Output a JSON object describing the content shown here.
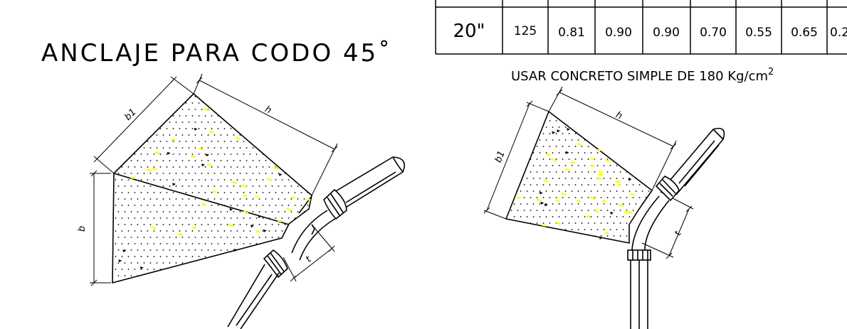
{
  "title": "ANCLAJE PARA CODO 45˚",
  "note": "USAR CONCRETO SIMPLE DE 180 Kg/cm",
  "note_superscript": "2",
  "table_row": [
    "20\"",
    "125",
    "0.81",
    "0.90",
    "0.90",
    "0.70",
    "0.55",
    "0.65",
    "0.2"
  ],
  "dims": {
    "b": "b",
    "b1": "b1",
    "h": "h",
    "t": "t"
  },
  "colors": {
    "line": "#000000",
    "aggregate": "#ffff00",
    "background": "#ffffff"
  }
}
